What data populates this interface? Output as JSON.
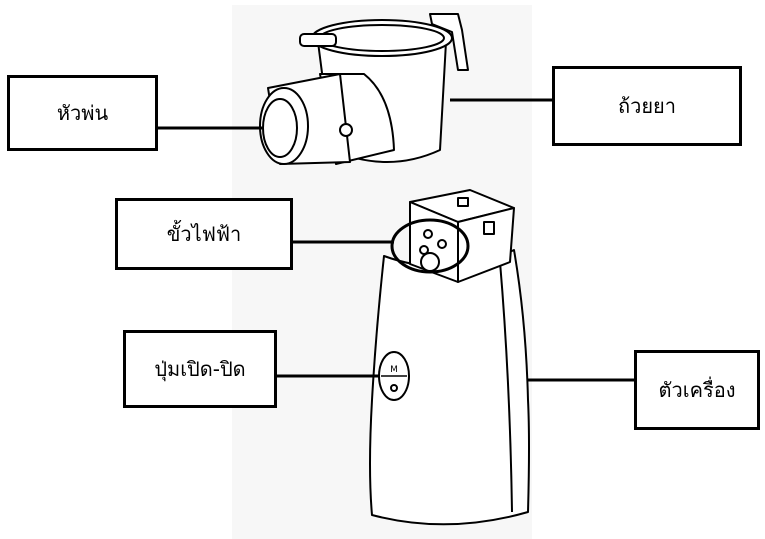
{
  "labels": {
    "nozzle": "หัวพ่น",
    "medicine_cup": "ถ้วยยา",
    "electrodes": "ขั้วไฟฟ้า",
    "power_button": "ปุ่มเปิด-ปิด",
    "main_unit": "ตัวเครื่อง"
  },
  "button_marking": "M",
  "colors": {
    "line": "#000000",
    "background": "#ffffff",
    "device_shade": "#f2f2f2"
  }
}
